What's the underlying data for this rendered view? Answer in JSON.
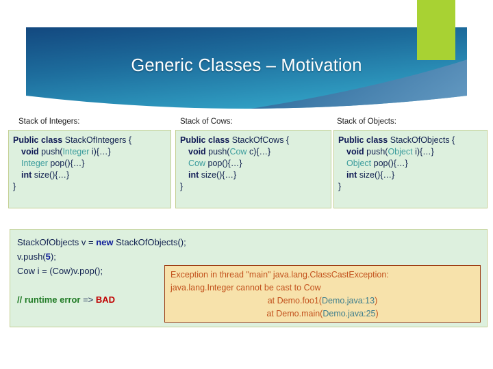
{
  "slide": {
    "title": "Generic Classes – Motivation",
    "accent_green": "#a8d233",
    "banner_blue_dark": "#14487e",
    "banner_blue_light": "#2d93bd",
    "code_bg": "#ddf0de",
    "code_border": "#c3cf92",
    "type_color": "#3a9c9c",
    "exception_bg": "#f7e2ab",
    "exception_border": "#9c3a10",
    "exception_text": "#c2511c",
    "link_color": "#3d7d8c"
  },
  "columns": [
    {
      "label": "Stack of Integers:",
      "lines": [
        [
          {
            "t": "Public class ",
            "c": "kw"
          },
          {
            "t": "StackOfIntegers {",
            "c": "pl"
          }
        ],
        [
          {
            "t": "void ",
            "c": "kw"
          },
          {
            "t": "push(",
            "c": "pl"
          },
          {
            "t": "Integer",
            "c": "ty"
          },
          {
            "t": " i){…}",
            "c": "pl"
          }
        ],
        [
          {
            "t": "Integer",
            "c": "ty"
          },
          {
            "t": " pop(){…}",
            "c": "pl"
          }
        ],
        [
          {
            "t": "int ",
            "c": "kw"
          },
          {
            "t": "size(){…}",
            "c": "pl"
          }
        ],
        [
          {
            "t": "}",
            "c": "pl"
          }
        ]
      ]
    },
    {
      "label": "Stack of Cows:",
      "lines": [
        [
          {
            "t": "Public class ",
            "c": "kw"
          },
          {
            "t": "StackOfCows {",
            "c": "pl"
          }
        ],
        [
          {
            "t": "void ",
            "c": "kw"
          },
          {
            "t": "push(",
            "c": "pl"
          },
          {
            "t": "Cow",
            "c": "ty"
          },
          {
            "t": " c){…}",
            "c": "pl"
          }
        ],
        [
          {
            "t": "Cow",
            "c": "ty"
          },
          {
            "t": " pop(){…}",
            "c": "pl"
          }
        ],
        [
          {
            "t": "int ",
            "c": "kw"
          },
          {
            "t": "size(){…}",
            "c": "pl"
          }
        ],
        [
          {
            "t": "}",
            "c": "pl"
          }
        ]
      ]
    },
    {
      "label": "Stack of Objects:",
      "lines": [
        [
          {
            "t": "Public class ",
            "c": "kw"
          },
          {
            "t": "StackOfObjects {",
            "c": "pl"
          }
        ],
        [
          {
            "t": "void ",
            "c": "kw"
          },
          {
            "t": "push(",
            "c": "pl"
          },
          {
            "t": "Object",
            "c": "ty"
          },
          {
            "t": " i){…}",
            "c": "pl"
          }
        ],
        [
          {
            "t": "Object",
            "c": "ty"
          },
          {
            "t": " pop(){…}",
            "c": "pl"
          }
        ],
        [
          {
            "t": "int ",
            "c": "kw"
          },
          {
            "t": "size(){…}",
            "c": "pl"
          }
        ],
        [
          {
            "t": "}",
            "c": "pl"
          }
        ]
      ]
    }
  ],
  "usage": {
    "lines": [
      [
        {
          "t": "StackOfObjects v = ",
          "c": "pl"
        },
        {
          "t": "new",
          "c": "bl"
        },
        {
          "t": " StackOfObjects();",
          "c": "pl"
        }
      ],
      [
        {
          "t": "v.push(",
          "c": "pl"
        },
        {
          "t": "5",
          "c": "bl"
        },
        {
          "t": ");",
          "c": "pl"
        }
      ],
      [
        {
          "t": "Cow i = (Cow)v.pop();",
          "c": "pl"
        }
      ],
      [
        {
          "t": "",
          "c": "pl"
        }
      ],
      [
        {
          "t": "// runtime error",
          "c": "gr"
        },
        {
          "t": "  => ",
          "c": "pl"
        },
        {
          "t": "BAD",
          "c": "rd"
        }
      ]
    ]
  },
  "exception": {
    "lines": [
      [
        {
          "t": "Exception in thread \"main\" java.lang.ClassCastException:",
          "c": ""
        }
      ],
      [
        {
          "t": "java.lang.Integer cannot be cast to Cow",
          "c": ""
        }
      ],
      [
        {
          "t": "at Demo.foo1(",
          "c": ""
        },
        {
          "t": "Demo.java:13",
          "c": "lnk"
        },
        {
          "t": ")",
          "c": ""
        }
      ],
      [
        {
          "t": "at Demo.main(",
          "c": ""
        },
        {
          "t": "Demo.java:25",
          "c": "lnk"
        },
        {
          "t": ")",
          "c": ""
        }
      ]
    ]
  }
}
